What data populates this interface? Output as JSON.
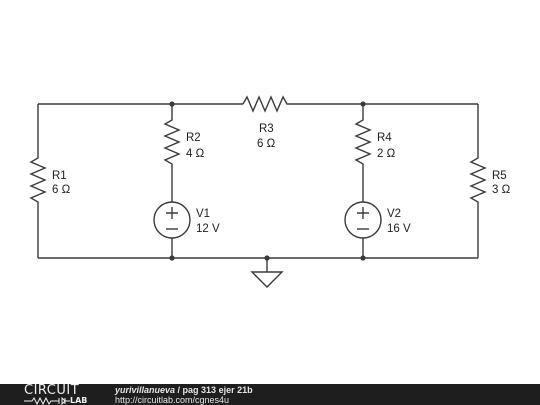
{
  "components": {
    "r1": {
      "name": "R1",
      "value": "6 Ω"
    },
    "r2": {
      "name": "R2",
      "value": "4 Ω"
    },
    "r3": {
      "name": "R3",
      "value": "6 Ω"
    },
    "r4": {
      "name": "R4",
      "value": "2 Ω"
    },
    "r5": {
      "name": "R5",
      "value": "3 Ω"
    },
    "v1": {
      "name": "V1",
      "value": "12 V",
      "plus": "+",
      "minus": "−"
    },
    "v2": {
      "name": "V2",
      "value": "16 V",
      "plus": "+",
      "minus": "−"
    }
  },
  "footer": {
    "logo_top": "CIRCUIT",
    "logo_bottom": "LAB",
    "author": "yurivillanueva",
    "separator": " / ",
    "title": "pag 313 ejer 21b",
    "url": "http://circuitlab.com/cgnes4u"
  },
  "colors": {
    "wire": "#3b3b3b",
    "footer_bg": "#1e1e1e"
  }
}
